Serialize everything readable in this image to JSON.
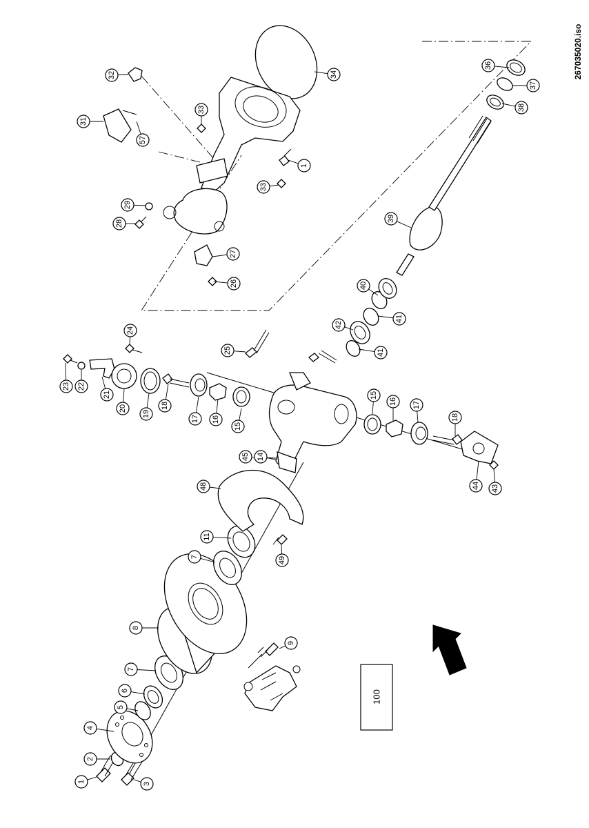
{
  "drawing_id": "267035020.iso",
  "reference_box": "100",
  "orientation_arrow_icon": "direction-arrow-icon",
  "callouts": [
    {
      "n": "1"
    },
    {
      "n": "2"
    },
    {
      "n": "3"
    },
    {
      "n": "4"
    },
    {
      "n": "5"
    },
    {
      "n": "6"
    },
    {
      "n": "7"
    },
    {
      "n": "8"
    },
    {
      "n": "9"
    },
    {
      "n": "7"
    },
    {
      "n": "11"
    },
    {
      "n": "49"
    },
    {
      "n": "48"
    },
    {
      "n": "45"
    },
    {
      "n": "14"
    },
    {
      "n": "15"
    },
    {
      "n": "16"
    },
    {
      "n": "17"
    },
    {
      "n": "18"
    },
    {
      "n": "19"
    },
    {
      "n": "20"
    },
    {
      "n": "21"
    },
    {
      "n": "22"
    },
    {
      "n": "23"
    },
    {
      "n": "24"
    },
    {
      "n": "25"
    },
    {
      "n": "15"
    },
    {
      "n": "16"
    },
    {
      "n": "17"
    },
    {
      "n": "18"
    },
    {
      "n": "44"
    },
    {
      "n": "43"
    },
    {
      "n": "41"
    },
    {
      "n": "42"
    },
    {
      "n": "41"
    },
    {
      "n": "40"
    },
    {
      "n": "39"
    },
    {
      "n": "36"
    },
    {
      "n": "37"
    },
    {
      "n": "38"
    },
    {
      "n": "34"
    },
    {
      "n": "32"
    },
    {
      "n": "33"
    },
    {
      "n": "31"
    },
    {
      "n": "57"
    },
    {
      "n": "1"
    },
    {
      "n": "33"
    },
    {
      "n": "29"
    },
    {
      "n": "28"
    },
    {
      "n": "27"
    },
    {
      "n": "26"
    }
  ]
}
